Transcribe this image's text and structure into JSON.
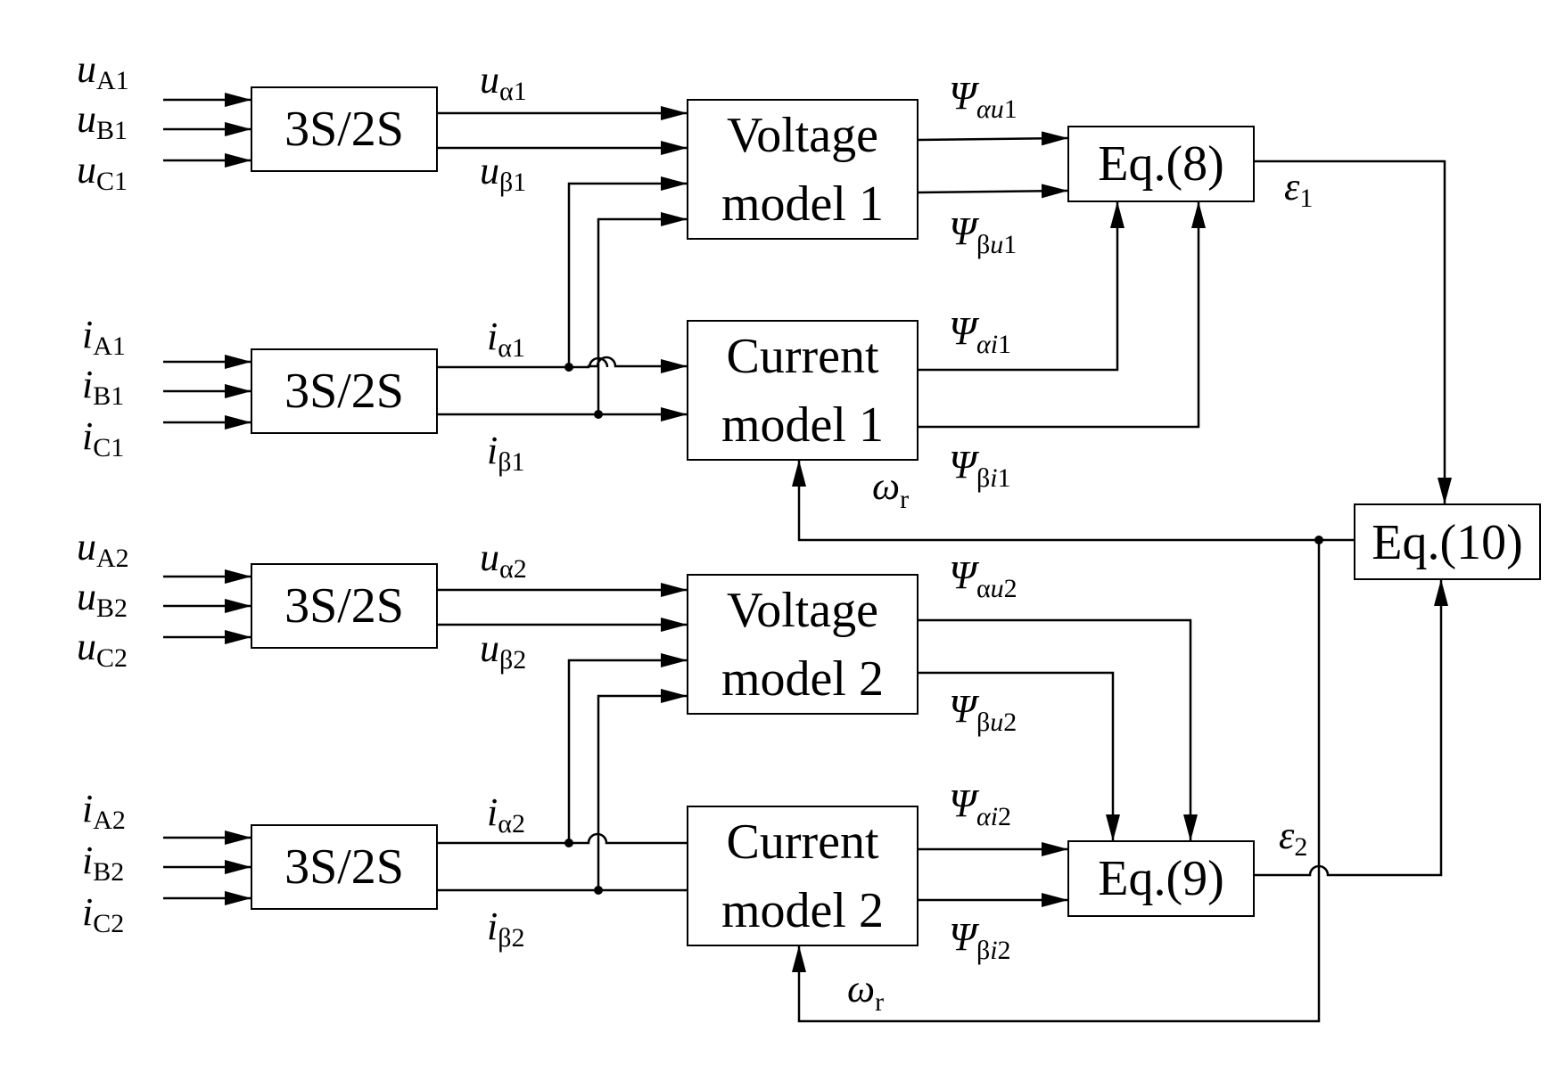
{
  "blocks": {
    "t1": "3S/2S",
    "t2": "3S/2S",
    "t3": "3S/2S",
    "t4": "3S/2S",
    "vm1": [
      "Voltage",
      "model 1"
    ],
    "cm1": [
      "Current",
      "model 1"
    ],
    "vm2": [
      "Voltage",
      "model 2"
    ],
    "cm2": [
      "Current",
      "model 2"
    ],
    "eq8": "Eq.(8)",
    "eq9": "Eq.(9)",
    "eq10": "Eq.(10)"
  },
  "labels": {
    "uA1": {
      "main": "u",
      "sub": "A1"
    },
    "uB1": {
      "main": "u",
      "sub": "B1"
    },
    "uC1": {
      "main": "u",
      "sub": "C1"
    },
    "iA1": {
      "main": "i",
      "sub": "A1"
    },
    "iB1": {
      "main": "i",
      "sub": "B1"
    },
    "iC1": {
      "main": "i",
      "sub": "C1"
    },
    "uA2": {
      "main": "u",
      "sub": "A2"
    },
    "uB2": {
      "main": "u",
      "sub": "B2"
    },
    "uC2": {
      "main": "u",
      "sub": "C2"
    },
    "iA2": {
      "main": "i",
      "sub": "A2"
    },
    "iB2": {
      "main": "i",
      "sub": "B2"
    },
    "iC2": {
      "main": "i",
      "sub": "C2"
    },
    "ualpha1": {
      "main": "u",
      "sub": "α1"
    },
    "ubeta1": {
      "main": "u",
      "sub": "β1"
    },
    "ialpha1": {
      "main": "i",
      "sub": "α1"
    },
    "ibeta1": {
      "main": "i",
      "sub": "β1"
    },
    "ualpha2": {
      "main": "u",
      "sub": "α2"
    },
    "ubeta2": {
      "main": "u",
      "sub": "β2"
    },
    "ialpha2": {
      "main": "i",
      "sub": "α2"
    },
    "ibeta2": {
      "main": "i",
      "sub": "β2"
    },
    "psi_au1": {
      "main": "Ψ",
      "sub_a": "α",
      "sub_b": "u",
      "sub_c": "1"
    },
    "psi_bu1": {
      "main": "Ψ",
      "sub_a": "β",
      "sub_b": "u",
      "sub_c": "1"
    },
    "psi_ai1": {
      "main": "Ψ",
      "sub_a": "α",
      "sub_b": "i",
      "sub_c": "1"
    },
    "psi_bi1": {
      "main": "Ψ",
      "sub_a": "β",
      "sub_b": "i",
      "sub_c": "1"
    },
    "psi_au2": {
      "main": "Ψ",
      "sub_a": "α",
      "sub_b": "u",
      "sub_c": "2"
    },
    "psi_bu2": {
      "main": "Ψ",
      "sub_a": "β",
      "sub_b": "u",
      "sub_c": "2"
    },
    "psi_ai2": {
      "main": "Ψ",
      "sub_a": "α",
      "sub_b": "i",
      "sub_c": "2"
    },
    "psi_bi2": {
      "main": "Ψ",
      "sub_a": "β",
      "sub_b": "i",
      "sub_c": "2"
    },
    "eps1": {
      "main": "ε",
      "sub": "1"
    },
    "eps2": {
      "main": "ε",
      "sub": "2"
    },
    "omega1": {
      "main": "ω",
      "sub": "r"
    },
    "omega2": {
      "main": "ω",
      "sub": "r"
    }
  }
}
